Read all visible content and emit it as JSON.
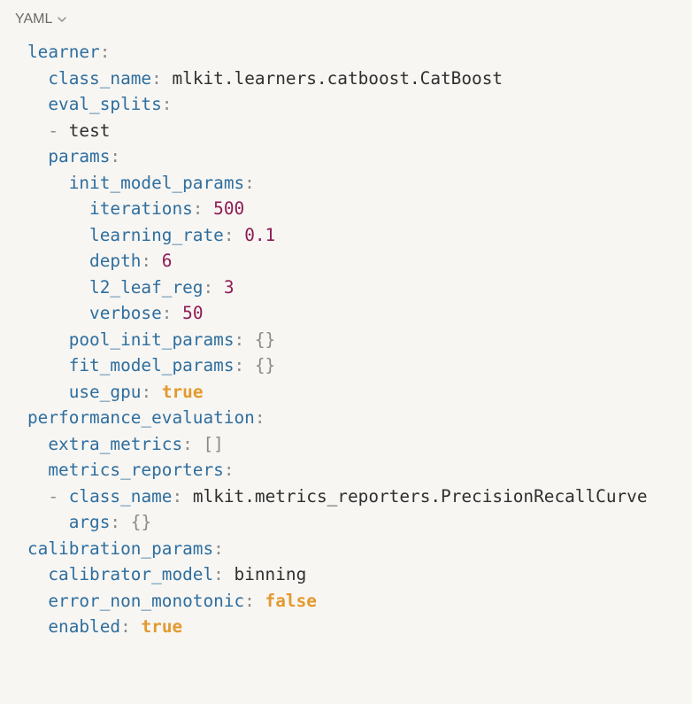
{
  "header": {
    "language": "YAML",
    "chevron_icon": "chevron-down-icon"
  },
  "colors": {
    "background": "#f7f6f3",
    "key": "#2f6e9e",
    "string": "#2f2f2f",
    "number": "#8f1a52",
    "boolean": "#e39a2f",
    "punctuation": "#8a8a8a"
  },
  "code": {
    "lines": [
      {
        "indent": 0,
        "key": "learner"
      },
      {
        "indent": 1,
        "key": "class_name",
        "value": "mlkit.learners.catboost.CatBoost",
        "type": "string"
      },
      {
        "indent": 1,
        "key": "eval_splits"
      },
      {
        "indent": 1,
        "dash": true,
        "value": "test",
        "type": "string"
      },
      {
        "indent": 1,
        "key": "params"
      },
      {
        "indent": 2,
        "key": "init_model_params"
      },
      {
        "indent": 3,
        "key": "iterations",
        "value": "500",
        "type": "number"
      },
      {
        "indent": 3,
        "key": "learning_rate",
        "value": "0.1",
        "type": "number"
      },
      {
        "indent": 3,
        "key": "depth",
        "value": "6",
        "type": "number"
      },
      {
        "indent": 3,
        "key": "l2_leaf_reg",
        "value": "3",
        "type": "number"
      },
      {
        "indent": 3,
        "key": "verbose",
        "value": "50",
        "type": "number"
      },
      {
        "indent": 2,
        "key": "pool_init_params",
        "value": "{}",
        "type": "empty"
      },
      {
        "indent": 2,
        "key": "fit_model_params",
        "value": "{}",
        "type": "empty"
      },
      {
        "indent": 2,
        "key": "use_gpu",
        "value": "true",
        "type": "boolean"
      },
      {
        "indent": 0,
        "key": "performance_evaluation"
      },
      {
        "indent": 1,
        "key": "extra_metrics",
        "value": "[]",
        "type": "empty"
      },
      {
        "indent": 1,
        "key": "metrics_reporters"
      },
      {
        "indent": 1,
        "dash": true,
        "key": "class_name",
        "value": "mlkit.metrics_reporters.PrecisionRecallCurve",
        "type": "string"
      },
      {
        "indent": 2,
        "key": "args",
        "value": "{}",
        "type": "empty"
      },
      {
        "indent": 0,
        "key": "calibration_params"
      },
      {
        "indent": 1,
        "key": "calibrator_model",
        "value": "binning",
        "type": "string"
      },
      {
        "indent": 1,
        "key": "error_non_monotonic",
        "value": "false",
        "type": "boolean"
      },
      {
        "indent": 1,
        "key": "enabled",
        "value": "true",
        "type": "boolean"
      }
    ]
  }
}
